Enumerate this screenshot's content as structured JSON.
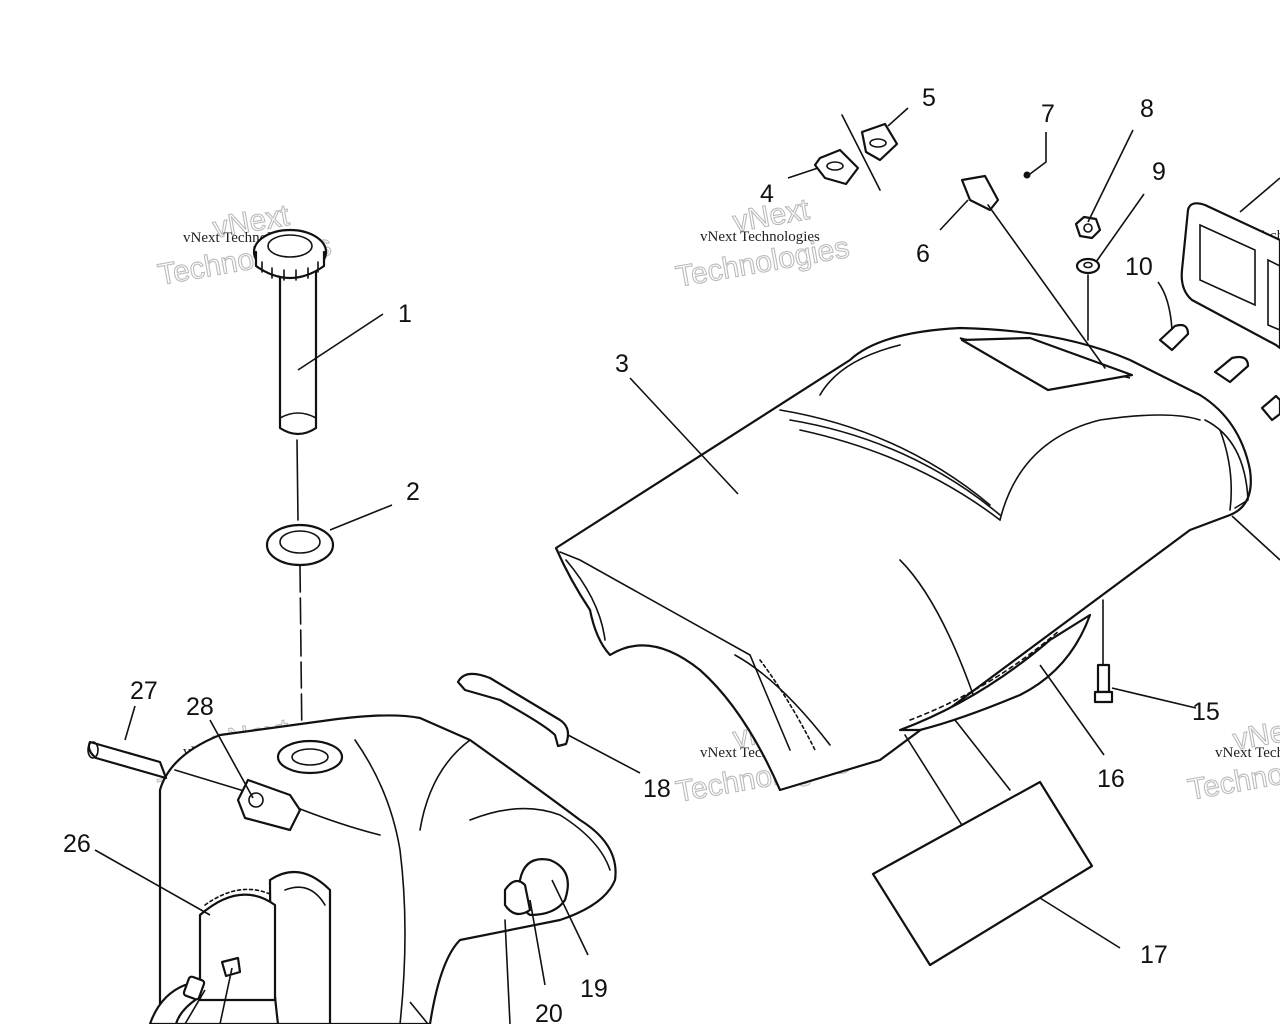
{
  "watermark": {
    "line1": "vNext Technologies",
    "line2": "vNext",
    "line3": "Technologies"
  },
  "callouts": [
    "1",
    "2",
    "3",
    "4",
    "5",
    "6",
    "7",
    "8",
    "9",
    "10",
    "15",
    "16",
    "17",
    "18",
    "19",
    "20",
    "26",
    "27",
    "28"
  ]
}
